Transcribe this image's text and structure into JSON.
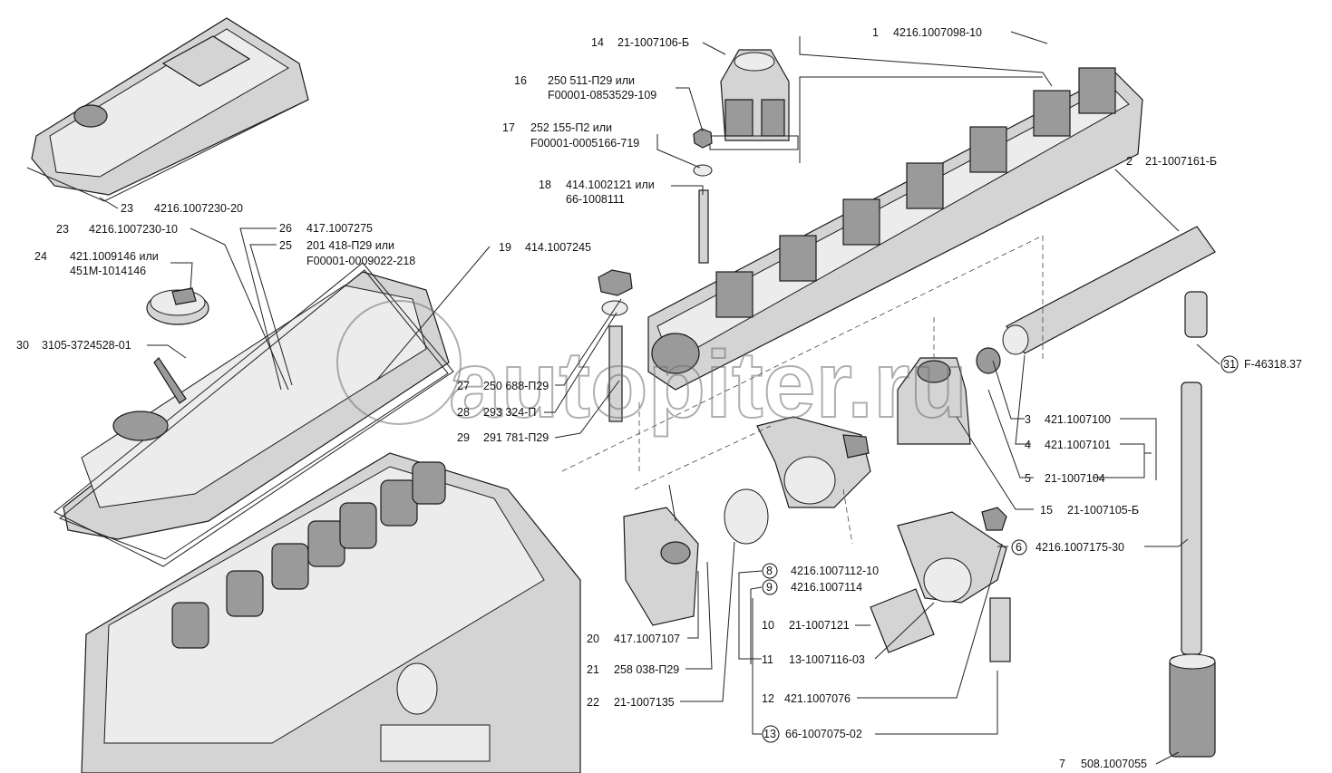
{
  "watermark": "autopiter.ru",
  "parts": [
    {
      "num": "1",
      "code": "4216.1007098-10"
    },
    {
      "num": "2",
      "code": "21-1007161-Б"
    },
    {
      "num": "3",
      "code": "421.1007100"
    },
    {
      "num": "4",
      "code": "421.1007101"
    },
    {
      "num": "5",
      "code": "21-1007104"
    },
    {
      "num": "6",
      "code": "4216.1007175-30",
      "circled": true
    },
    {
      "num": "7",
      "code": "508.1007055"
    },
    {
      "num": "8",
      "code": "4216.1007112-10",
      "circled": true
    },
    {
      "num": "9",
      "code": "4216.1007114",
      "circled": true
    },
    {
      "num": "10",
      "code": "21-1007121"
    },
    {
      "num": "11",
      "code": "13-1007116-03"
    },
    {
      "num": "12",
      "code": "421.1007076"
    },
    {
      "num": "13",
      "code": "66-1007075-02",
      "circled": true
    },
    {
      "num": "14",
      "code": "21-1007106-Б"
    },
    {
      "num": "15",
      "code": "21-1007105-Б"
    },
    {
      "num": "16",
      "code": "250 511-П29 или",
      "code2": "F00001-0853529-109"
    },
    {
      "num": "17",
      "code": "252 155-П2 или",
      "code2": "F00001-0005166-719"
    },
    {
      "num": "18",
      "code": "414.1002121 или",
      "code2": "66-1008111"
    },
    {
      "num": "19",
      "code": "414.1007245"
    },
    {
      "num": "20",
      "code": "417.1007107"
    },
    {
      "num": "21",
      "code": "258 038-П29"
    },
    {
      "num": "22",
      "code": "21-1007135"
    },
    {
      "num": "23",
      "code": "4216.1007230-20"
    },
    {
      "num": "23",
      "code": "4216.1007230-10"
    },
    {
      "num": "24",
      "code": "421.1009146 или",
      "code2": "451М-1014146"
    },
    {
      "num": "25",
      "code": "201 418-П29 или",
      "code2": "F00001-0009022-218"
    },
    {
      "num": "26",
      "code": "417.1007275"
    },
    {
      "num": "27",
      "code": "250 688-П29"
    },
    {
      "num": "28",
      "code": "293 324-П"
    },
    {
      "num": "29",
      "code": "291 781-П29"
    },
    {
      "num": "30",
      "code": "3105-3724528-01"
    },
    {
      "num": "31",
      "code": "F-46318.37",
      "circled": true
    }
  ]
}
